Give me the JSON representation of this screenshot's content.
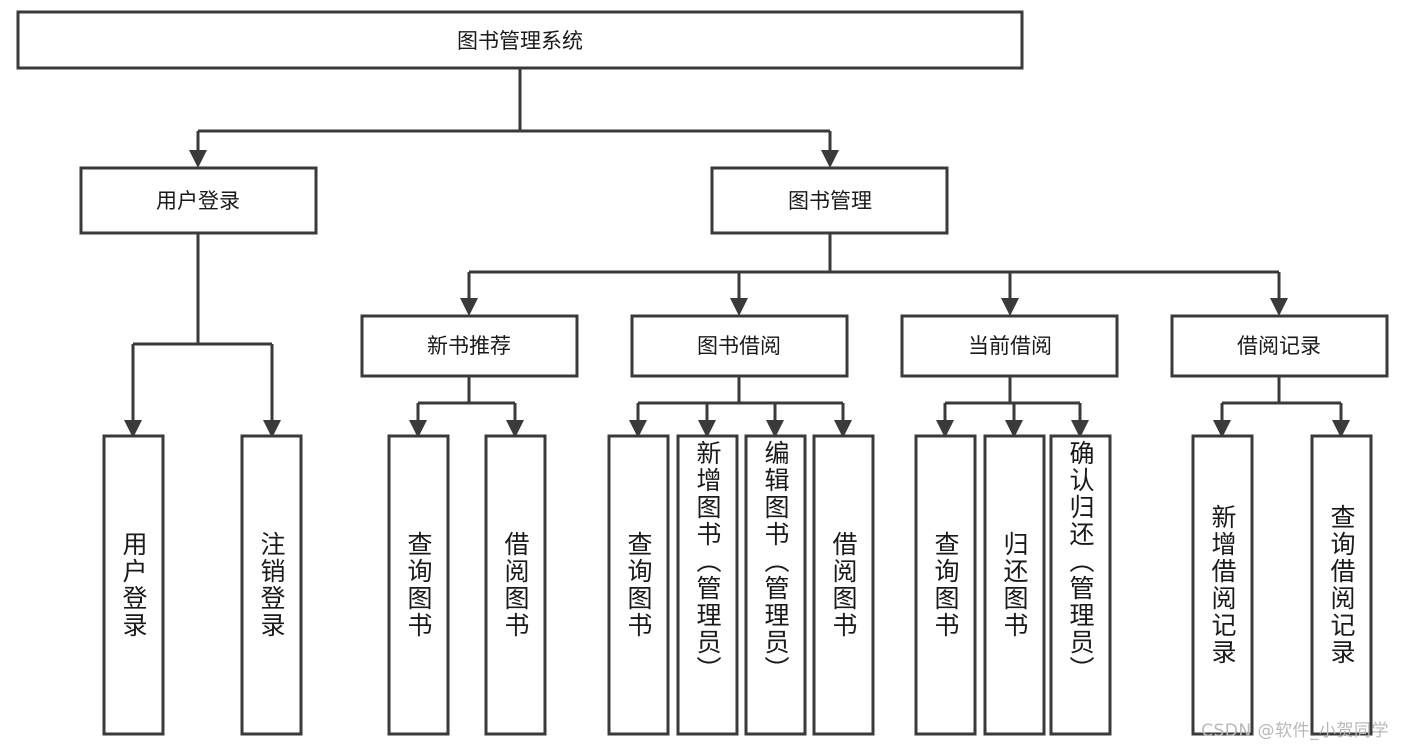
{
  "diagram": {
    "title": "图书管理系统",
    "type": "tree",
    "orientation": "top-down",
    "colors": {
      "box_stroke": "#3a3a3a",
      "box_fill": "#ffffff",
      "connector": "#3a3a3a",
      "text": "#1a1a1a",
      "background": "#ffffff",
      "watermark": "#b9b9b9"
    },
    "root": {
      "label": "图书管理系统"
    },
    "level2": [
      {
        "label": "用户登录"
      },
      {
        "label": "图书管理"
      }
    ],
    "level3": [
      {
        "label": "新书推荐"
      },
      {
        "label": "图书借阅"
      },
      {
        "label": "当前借阅"
      },
      {
        "label": "借阅记录"
      }
    ],
    "leaves": {
      "user_login": [
        {
          "label": "用户登录"
        },
        {
          "label": "注销登录"
        }
      ],
      "new_book_recommend": [
        {
          "label": "查询图书"
        },
        {
          "label": "借阅图书"
        }
      ],
      "book_borrow": [
        {
          "label": "查询图书"
        },
        {
          "label": "新增图书（管理员）"
        },
        {
          "label": "编辑图书（管理员）"
        },
        {
          "label": "借阅图书"
        }
      ],
      "current_borrow": [
        {
          "label": "查询图书"
        },
        {
          "label": "归还图书"
        },
        {
          "label": "确认归还（管理员）"
        }
      ],
      "borrow_record": [
        {
          "label": "新增借阅记录"
        },
        {
          "label": "查询借阅记录"
        }
      ]
    }
  },
  "watermark": {
    "text": "CSDN @软件_小贺同学"
  }
}
